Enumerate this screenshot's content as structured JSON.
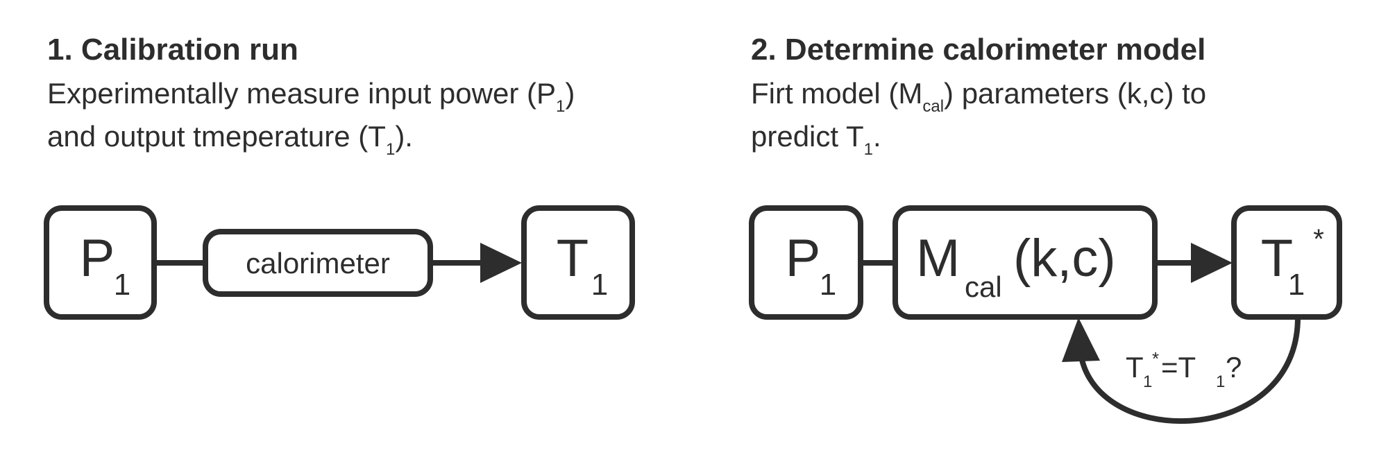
{
  "colors": {
    "ink": "#2d2d2d",
    "background": "#ffffff"
  },
  "panel1": {
    "heading": "1.  Calibration run",
    "line1_pre": "Experimentally measure input power (P",
    "line1_sub": "1",
    "line1_post": ")",
    "line2_pre": "and output tmeperature (T",
    "line2_sub": "1",
    "line2_post": ").",
    "input_node": {
      "main": "P",
      "sub": "1"
    },
    "process_node": "calorimeter",
    "output_node": {
      "main": "T",
      "sub": "1"
    }
  },
  "panel2": {
    "heading": "2.  Determine calorimeter model",
    "line1_pre": "Firt model (M",
    "line1_sub": "cal",
    "line1_post": ") parameters (k,c) to",
    "line2_pre": "predict  T",
    "line2_sub": "1",
    "line2_post": ".",
    "input_node": {
      "main": "P",
      "sub": "1"
    },
    "model_node": {
      "main": "M",
      "sub": "cal",
      "args": "(k,c)"
    },
    "output_node": {
      "main": "T",
      "sub": "1",
      "sup": "*"
    },
    "loop_label": {
      "a": "T",
      "a_sub": "1",
      "a_sup": "*",
      "eq": " =T",
      "b_sub": "1",
      "q": "?"
    }
  }
}
